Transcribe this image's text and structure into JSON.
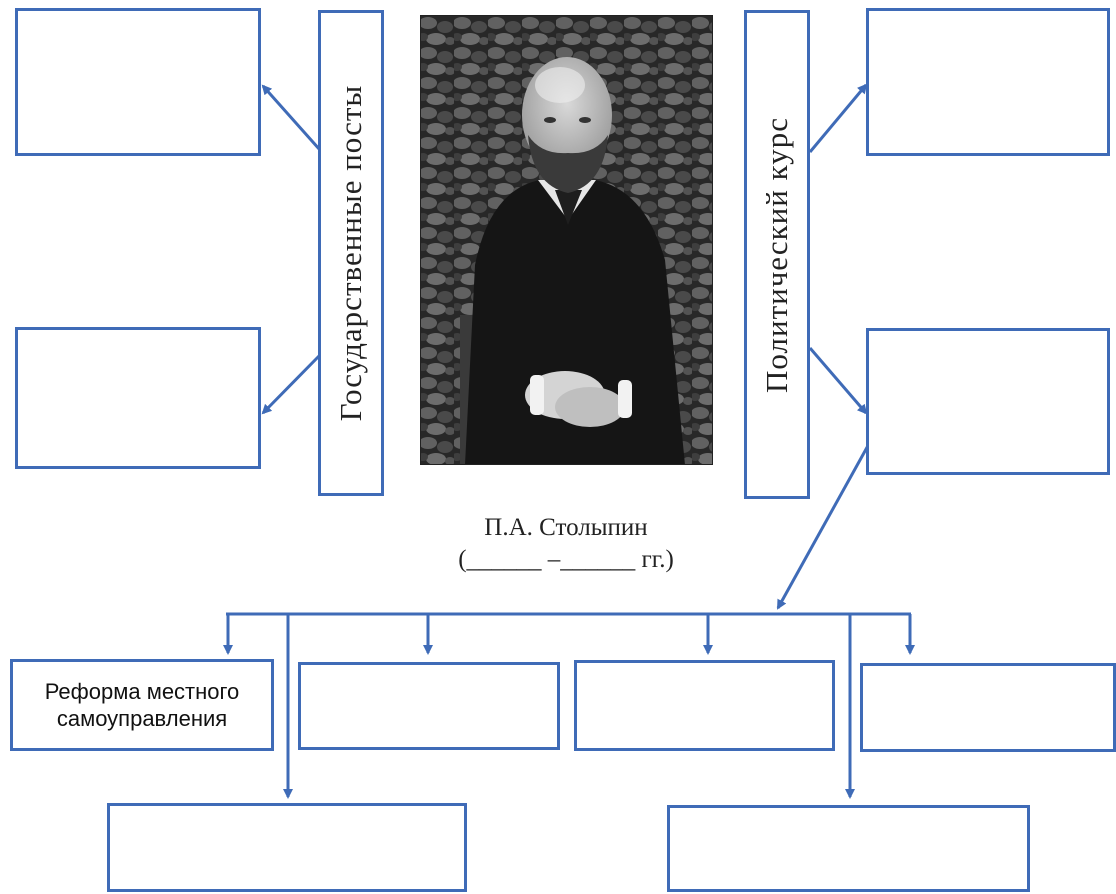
{
  "labels": {
    "left_vertical": "Государственные посты",
    "right_vertical": "Политический курс"
  },
  "caption": {
    "name": "П.А. Столыпин",
    "years": "(______ –______ гг.)"
  },
  "reforms": {
    "local_government": "Реформа местного самоуправления"
  },
  "colors": {
    "border": "#3f6bb7",
    "text": "#222222"
  },
  "portrait": {
    "icon": "portrait-photo-icon"
  }
}
